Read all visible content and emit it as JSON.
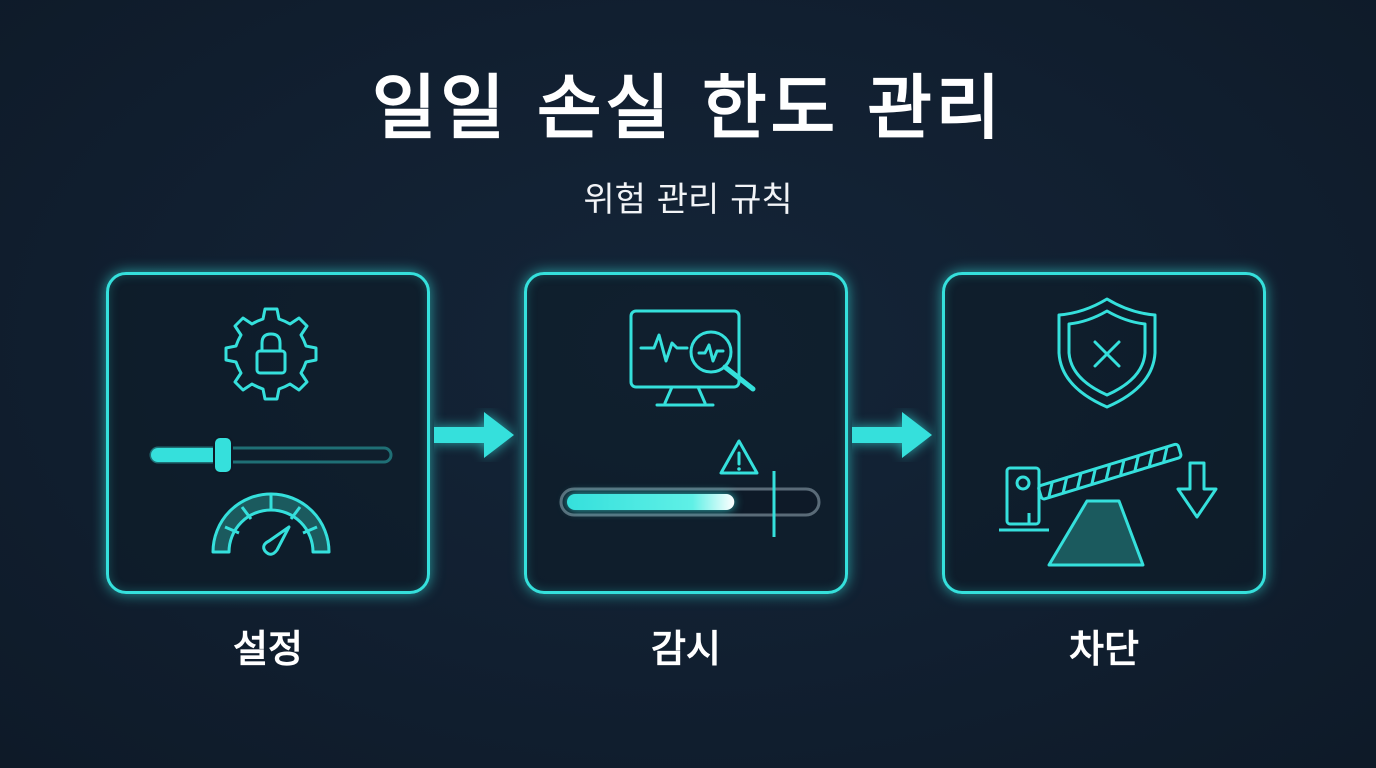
{
  "header": {
    "title": "일일 손실 한도 관리",
    "subtitle": "위험 관리 규칙"
  },
  "steps": [
    {
      "label": "설정",
      "icons": [
        "gear-lock-icon",
        "slider-icon",
        "speedometer-icon"
      ],
      "slider_value": 0.3
    },
    {
      "label": "감시",
      "icons": [
        "monitor-analysis-icon",
        "warning-icon",
        "progress-bar-icon"
      ],
      "progress_value": 0.68
    },
    {
      "label": "차단",
      "icons": [
        "shield-x-icon",
        "barrier-gate-icon",
        "down-arrow-icon"
      ]
    }
  ],
  "colors": {
    "accent": "#35e0dc",
    "background": "#111f30",
    "text": "#ffffff"
  }
}
